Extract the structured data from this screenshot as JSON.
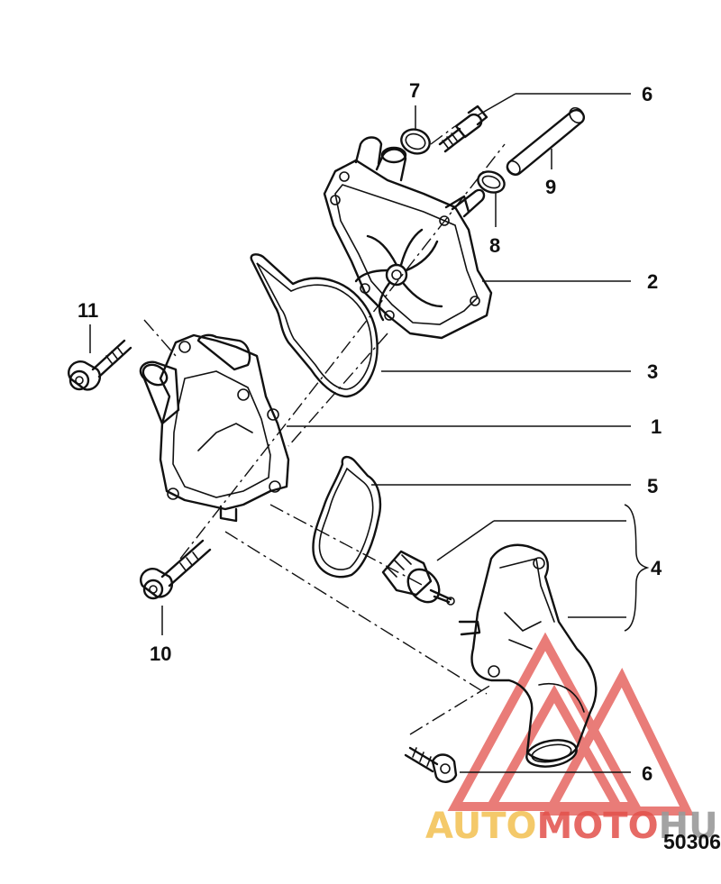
{
  "diagram": {
    "callouts": [
      {
        "id": "1",
        "text": "1"
      },
      {
        "id": "2",
        "text": "2"
      },
      {
        "id": "3",
        "text": "3"
      },
      {
        "id": "4",
        "text": "4"
      },
      {
        "id": "5",
        "text": "5"
      },
      {
        "id": "6a",
        "text": "6"
      },
      {
        "id": "6b",
        "text": "6"
      },
      {
        "id": "7",
        "text": "7"
      },
      {
        "id": "8",
        "text": "8"
      },
      {
        "id": "9",
        "text": "9"
      },
      {
        "id": "10",
        "text": "10"
      },
      {
        "id": "11",
        "text": "11"
      }
    ],
    "drawing_code": "50306"
  },
  "watermark": {
    "part1": "AUTO",
    "part2": "MOTO",
    "part3": "HUB",
    "colors": {
      "auto": "#f3c45a",
      "moto": "#e2514b",
      "hub": "#9a9a9a"
    }
  }
}
